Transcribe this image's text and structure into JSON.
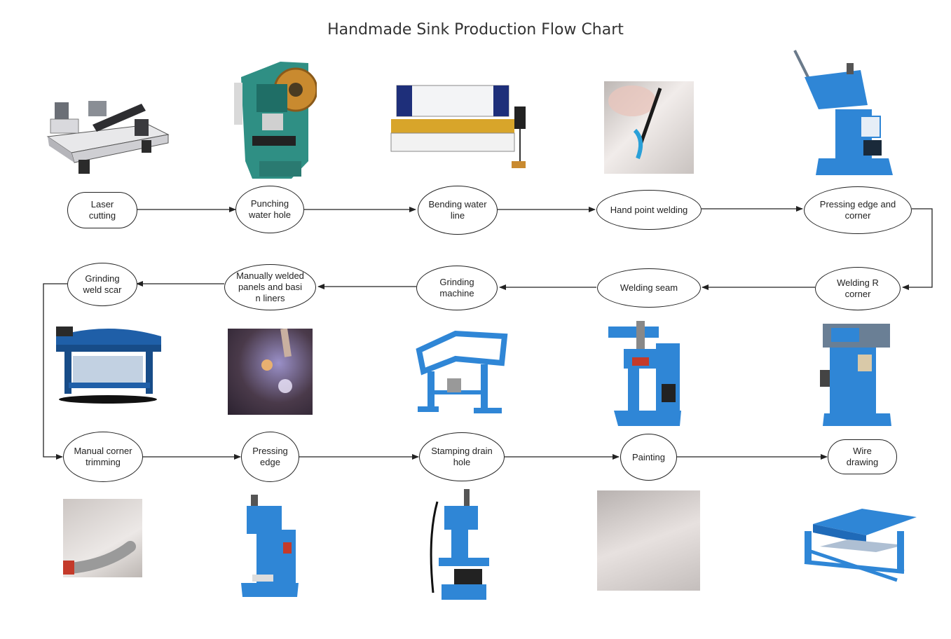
{
  "title": "Handmade Sink Production Flow Chart",
  "colors": {
    "machine_blue": "#2f86d6",
    "machine_teal": "#2f8f84",
    "line": "#222222"
  },
  "steps": [
    {
      "id": "s1",
      "label": "Laser\ncutting"
    },
    {
      "id": "s2",
      "label": "Punching\nwater hole"
    },
    {
      "id": "s3",
      "label": "Bending water\nline"
    },
    {
      "id": "s4",
      "label": "Hand point welding"
    },
    {
      "id": "s5",
      "label": "Pressing edge and\ncorner"
    },
    {
      "id": "s6",
      "label": "Welding R\ncorner"
    },
    {
      "id": "s7",
      "label": "Welding seam"
    },
    {
      "id": "s8",
      "label": "Grinding\nmachine"
    },
    {
      "id": "s9",
      "label": "Manually welded\npanels and basi\nn liners"
    },
    {
      "id": "s10",
      "label": "Grinding\nweld scar"
    },
    {
      "id": "s11",
      "label": "Manual corner\ntrimming"
    },
    {
      "id": "s12",
      "label": "Pressing\nedge"
    },
    {
      "id": "s13",
      "label": "Stamping drain\nhole"
    },
    {
      "id": "s14",
      "label": "Painting"
    },
    {
      "id": "s15",
      "label": "Wire\ndrawing"
    }
  ],
  "images": [
    {
      "name": "laser-cutting-machine-image"
    },
    {
      "name": "punch-press-image"
    },
    {
      "name": "press-brake-image"
    },
    {
      "name": "hand-welding-photo"
    },
    {
      "name": "edge-pressing-machine-image"
    },
    {
      "name": "r-corner-welder-image"
    },
    {
      "name": "seam-welder-image"
    },
    {
      "name": "grinding-machine-image"
    },
    {
      "name": "manual-welding-photo"
    },
    {
      "name": "weld-scar-grinder-image"
    },
    {
      "name": "corner-trimming-photo"
    },
    {
      "name": "edge-pressing-image"
    },
    {
      "name": "drain-hole-stamping-image"
    },
    {
      "name": "painting-photo"
    },
    {
      "name": "wire-drawing-machine-image"
    }
  ]
}
